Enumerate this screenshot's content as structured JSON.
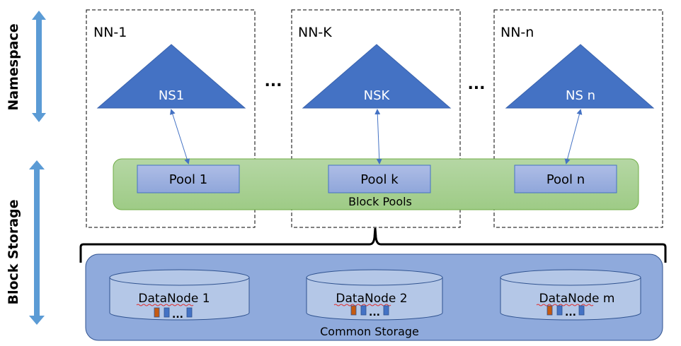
{
  "axis_labels": {
    "namespace": "Namespace",
    "block_storage": "Block Storage"
  },
  "namenodes": [
    {
      "title": "NN-1",
      "namespace": "NS1",
      "pool": "Pool 1"
    },
    {
      "title": "NN-K",
      "namespace": "NSK",
      "pool": "Pool k"
    },
    {
      "title": "NN-n",
      "namespace": "NS n",
      "pool": "Pool n"
    }
  ],
  "ellipsis": "...",
  "block_pools_label": "Block Pools",
  "common_storage_label": "Common Storage",
  "datanodes": [
    {
      "label": "DataNode 1",
      "blocks_ellipsis": "..."
    },
    {
      "label": "DataNode 2",
      "blocks_ellipsis": "..."
    },
    {
      "label": "DataNode m",
      "blocks_ellipsis": "..."
    }
  ],
  "colors": {
    "arrow": "#5b9bd5",
    "triangle": "#4472c4",
    "pool_fill": "#a9bce3",
    "block_pools_fill": "#a9d18e",
    "block_pools_stroke": "#70ad47",
    "common_storage_fill": "#8faadc",
    "cylinder_fill": "#b4c7e7",
    "block_orange": "#c55a11",
    "block_blue": "#4472c4"
  }
}
